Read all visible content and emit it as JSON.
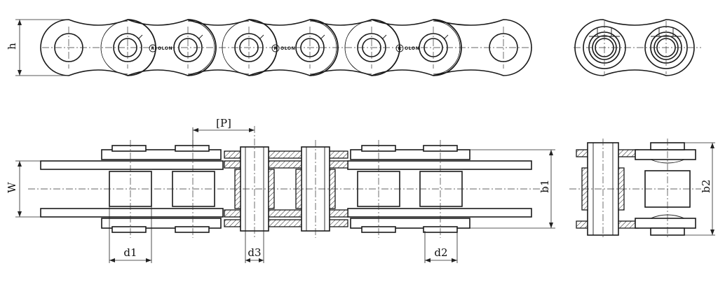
{
  "labels": {
    "h": "h",
    "w": "W",
    "p": "[P]",
    "d1": "d1",
    "d2": "d2",
    "d3": "d3",
    "b1": "b1",
    "b2": "b2",
    "brand": "OLON",
    "brand_mark": "R"
  }
}
